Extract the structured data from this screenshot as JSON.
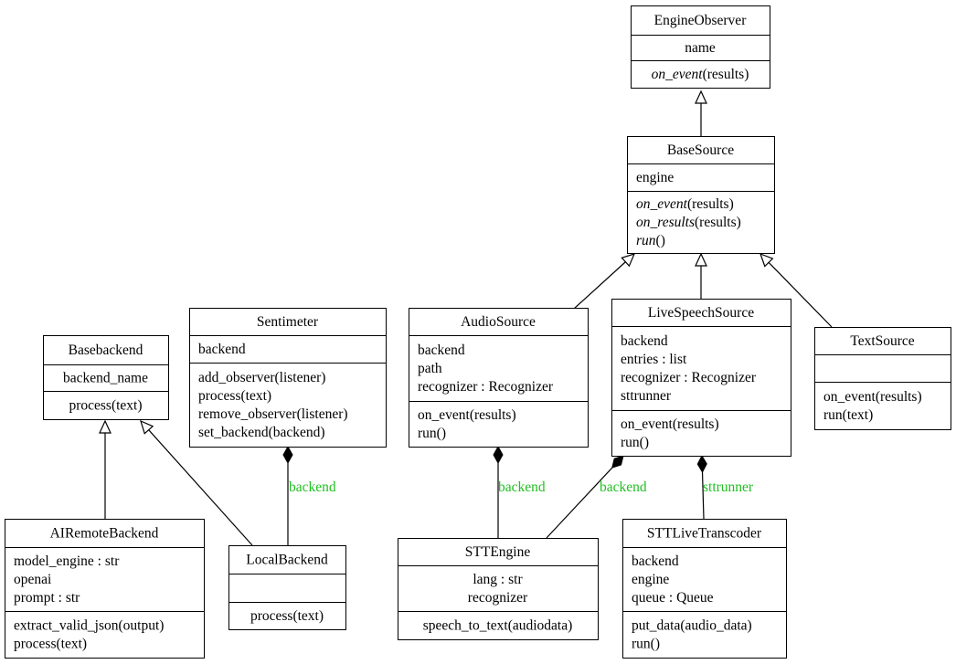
{
  "classes": {
    "engine_observer": {
      "name": "EngineObserver",
      "attributes": [
        "name"
      ],
      "methods": [
        {
          "name": "on_event",
          "args": "(results)",
          "abstract": true
        }
      ]
    },
    "base_source": {
      "name": "BaseSource",
      "attributes": [
        "engine"
      ],
      "methods": [
        {
          "name": "on_event",
          "args": "(results)",
          "abstract": true
        },
        {
          "name": "on_results",
          "args": "(results)",
          "abstract": true
        },
        {
          "name": "run",
          "args": "()",
          "abstract": true
        }
      ]
    },
    "audio_source": {
      "name": "AudioSource",
      "attributes": [
        "backend",
        "path",
        "recognizer : Recognizer"
      ],
      "methods": [
        {
          "name": "on_event",
          "args": "(results)",
          "abstract": false
        },
        {
          "name": "run",
          "args": "()",
          "abstract": false
        }
      ]
    },
    "live_speech_source": {
      "name": "LiveSpeechSource",
      "attributes": [
        "backend",
        "entries : list",
        "recognizer : Recognizer",
        "sttrunner"
      ],
      "methods": [
        {
          "name": "on_event",
          "args": "(results)",
          "abstract": false
        },
        {
          "name": "run",
          "args": "()",
          "abstract": false
        }
      ]
    },
    "text_source": {
      "name": "TextSource",
      "attributes": [],
      "methods": [
        {
          "name": "on_event",
          "args": "(results)",
          "abstract": false
        },
        {
          "name": "run",
          "args": "(text)",
          "abstract": false
        }
      ]
    },
    "sentimeter": {
      "name": "Sentimeter",
      "attributes": [
        "backend"
      ],
      "methods": [
        {
          "name": "add_observer",
          "args": "(listener)",
          "abstract": false
        },
        {
          "name": "process",
          "args": "(text)",
          "abstract": false
        },
        {
          "name": "remove_observer",
          "args": "(listener)",
          "abstract": false
        },
        {
          "name": "set_backend",
          "args": "(backend)",
          "abstract": false
        }
      ]
    },
    "basebackend": {
      "name": "Basebackend",
      "attributes": [
        "backend_name"
      ],
      "methods": [
        {
          "name": "process",
          "args": "(text)",
          "abstract": false
        }
      ]
    },
    "ai_remote_backend": {
      "name": "AIRemoteBackend",
      "attributes": [
        "model_engine : str",
        "openai",
        "prompt : str"
      ],
      "methods": [
        {
          "name": "extract_valid_json",
          "args": "(output)",
          "abstract": false
        },
        {
          "name": "process",
          "args": "(text)",
          "abstract": false
        }
      ]
    },
    "local_backend": {
      "name": "LocalBackend",
      "attributes": [],
      "methods": [
        {
          "name": "process",
          "args": "(text)",
          "abstract": false
        }
      ]
    },
    "stt_engine": {
      "name": "STTEngine",
      "attributes": [
        "lang : str",
        "recognizer"
      ],
      "methods": [
        {
          "name": "speech_to_text",
          "args": "(audiodata)",
          "abstract": false
        }
      ]
    },
    "stt_live_transcoder": {
      "name": "STTLiveTranscoder",
      "attributes": [
        "backend",
        "engine",
        "queue : Queue"
      ],
      "methods": [
        {
          "name": "put_data",
          "args": "(audio_data)",
          "abstract": false
        },
        {
          "name": "run",
          "args": "()",
          "abstract": false
        }
      ]
    }
  },
  "relations": {
    "inheritance": [
      {
        "from": "base_source",
        "to": "engine_observer"
      },
      {
        "from": "audio_source",
        "to": "base_source"
      },
      {
        "from": "live_speech_source",
        "to": "base_source"
      },
      {
        "from": "text_source",
        "to": "base_source"
      },
      {
        "from": "ai_remote_backend",
        "to": "basebackend"
      },
      {
        "from": "local_backend",
        "to": "basebackend"
      }
    ],
    "composition": [
      {
        "part": "local_backend",
        "whole": "sentimeter",
        "label": "backend"
      },
      {
        "part": "stt_engine",
        "whole": "audio_source",
        "label": "backend"
      },
      {
        "part": "stt_engine",
        "whole": "live_speech_source",
        "label": "backend"
      },
      {
        "part": "stt_live_transcoder",
        "whole": "live_speech_source",
        "label": "sttrunner"
      }
    ]
  },
  "colors": {
    "edge_label": "#1fbf1f",
    "line": "#000000",
    "box_fill": "#ffffff"
  }
}
